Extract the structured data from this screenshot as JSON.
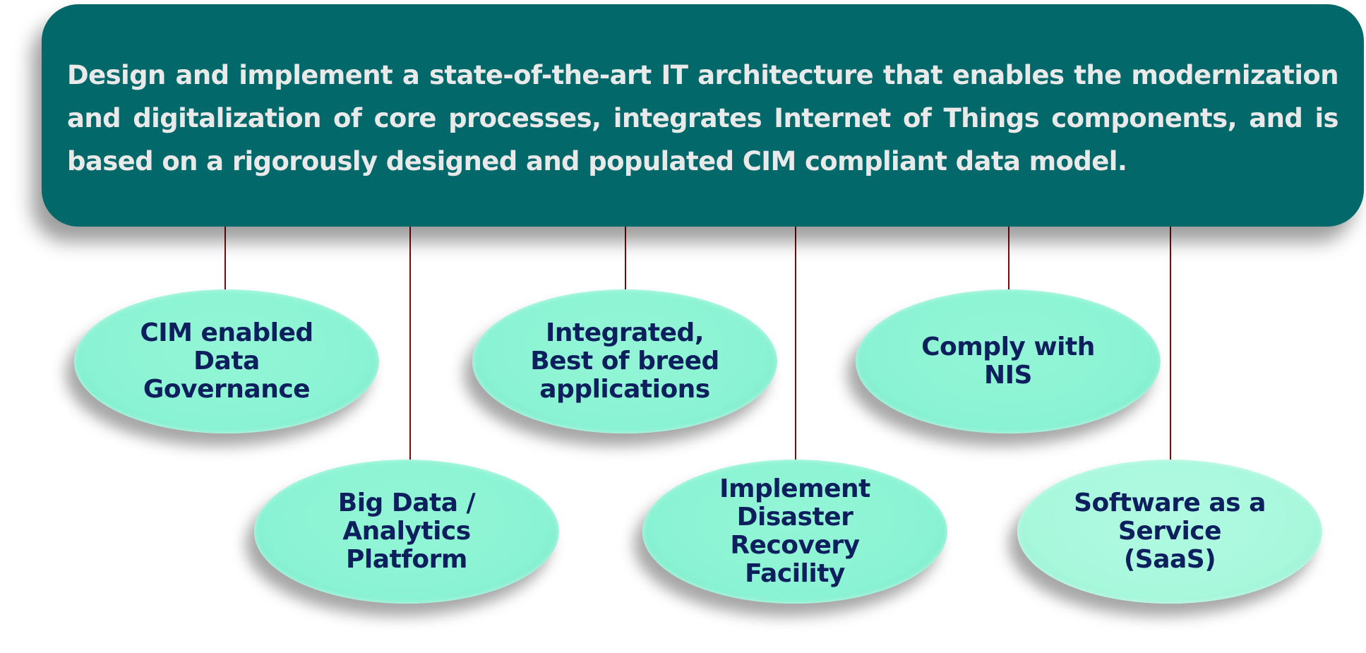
{
  "goal": {
    "text": "Design and implement a state-of-the-art IT architecture that enables the modernization and digitalization of core processes, integrates Internet of Things components, and is based on a rigorously designed and populated CIM compliant data model."
  },
  "objectives": [
    {
      "label": "CIM enabled\nData\nGovernance"
    },
    {
      "label": "Big Data /\nAnalytics\nPlatform"
    },
    {
      "label": "Integrated,\nBest of breed\napplications"
    },
    {
      "label": "Implement\nDisaster\nRecovery\nFacility"
    },
    {
      "label": "Comply with\nNIS"
    },
    {
      "label": "Software as a\nService\n(SaaS)"
    }
  ],
  "colors": {
    "goal_bg": "#02686a",
    "goal_text": "#e9e9e9",
    "oval_fill": "#8af3d3",
    "oval_text": "#0e1f5e",
    "connector": "#7a0a0a"
  }
}
